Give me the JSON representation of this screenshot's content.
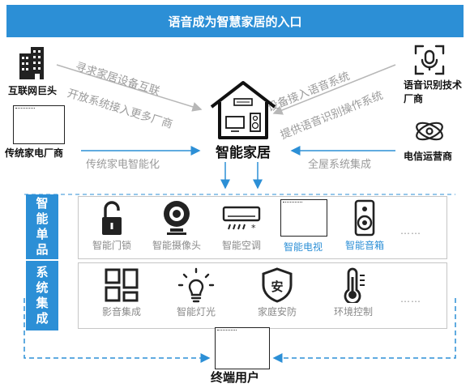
{
  "title": "语音成为智慧家居的入口",
  "center": {
    "label": "智能家居"
  },
  "actors": {
    "internet_giants": "互联网巨头",
    "traditional_appliance": "传统家电厂商",
    "voice_vendor": "语音识别技术厂商",
    "telecom": "电信运营商"
  },
  "flows": {
    "seek_interconnect": "寻求家居设备互联",
    "open_system": "开放系统接入更多厂商",
    "traditional_smart": "传统家电智能化",
    "device_access": "设备接入语音系统",
    "provide_voice_os": "提供语音识别操作系统",
    "whole_house": "全屋系统集成"
  },
  "sections": {
    "single_products": {
      "title": "智能单品",
      "items": [
        "智能门锁",
        "智能摄像头",
        "智能空调",
        "智能电视",
        "智能音箱"
      ],
      "more": "……"
    },
    "system_integration": {
      "title": "系统集成",
      "items": [
        "影音集成",
        "智能灯光",
        "家庭安防",
        "环境控制"
      ],
      "more": "……"
    }
  },
  "end_user": "终端用户",
  "colors": {
    "accent": "#2c8fd6",
    "muted_text": "#9a9a9a",
    "dark": "#222222"
  }
}
